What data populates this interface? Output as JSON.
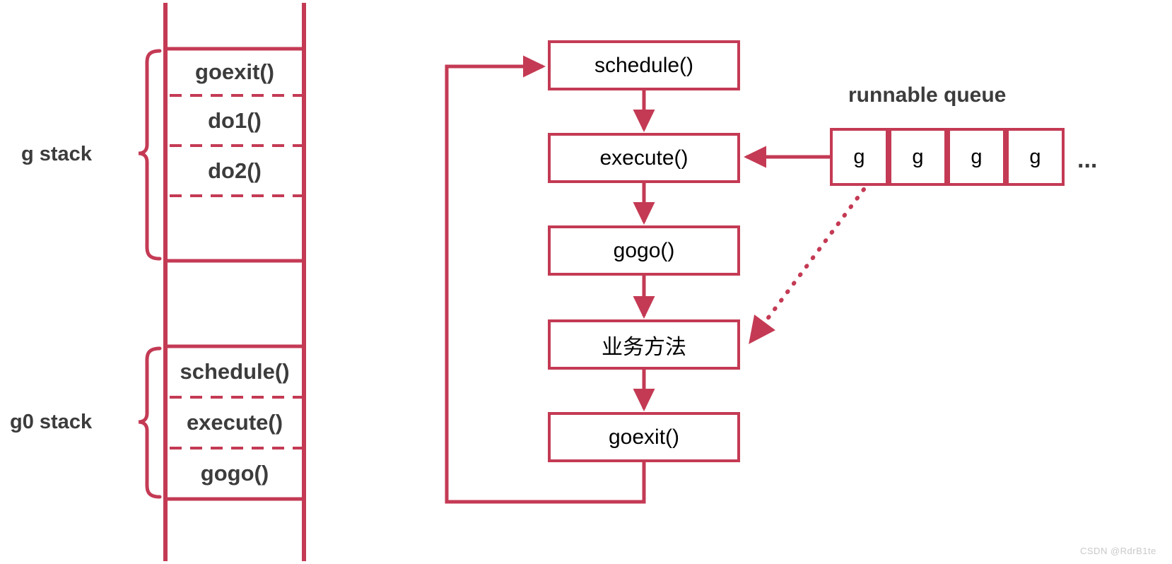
{
  "diagram": {
    "title": "Go goroutine scheduling stack and flow diagram",
    "accent_color": "#c43a54",
    "text_color": "#3c3c3c"
  },
  "stack": {
    "g_stack": {
      "brace_label": "g stack",
      "frames": [
        {
          "label": "goexit()"
        },
        {
          "label": "do1()"
        },
        {
          "label": "do2()"
        },
        {
          "label": ""
        }
      ]
    },
    "g0_stack": {
      "brace_label": "g0 stack",
      "frames": [
        {
          "label": "schedule()"
        },
        {
          "label": "execute()"
        },
        {
          "label": "gogo()"
        }
      ]
    }
  },
  "flow": {
    "boxes": [
      {
        "label": "schedule()"
      },
      {
        "label": "execute()"
      },
      {
        "label": "gogo()"
      },
      {
        "label": "业务方法"
      },
      {
        "label": "goexit()"
      }
    ]
  },
  "queue": {
    "title": "runnable queue",
    "cells": [
      {
        "label": "g"
      },
      {
        "label": "g"
      },
      {
        "label": "g"
      },
      {
        "label": "g"
      }
    ],
    "ellipsis": "..."
  },
  "watermark": {
    "text": "CSDN @RdrB1te"
  }
}
